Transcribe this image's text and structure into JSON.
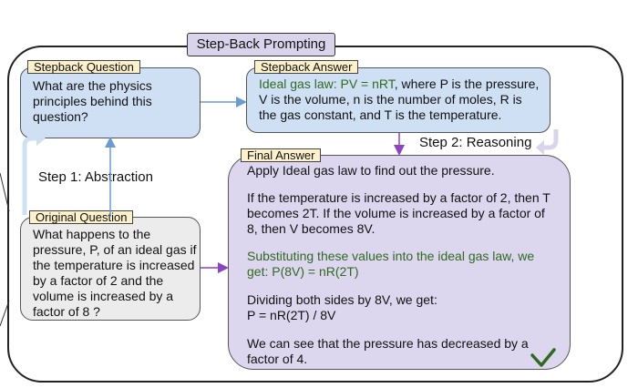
{
  "title": "Step-Back Prompting",
  "stepback_question": {
    "label": "Stepback Question",
    "text": "What are the physics principles behind this question?"
  },
  "stepback_answer": {
    "label": "Stepback Answer",
    "highlight": "Ideal gas law: PV = nRT",
    "text": ", where P is the pressure, V is the volume, n is the number of moles, R is the gas constant, and T is the temperature."
  },
  "original_question": {
    "label": "Original Question",
    "text": "What happens to the pressure, P, of an ideal gas if the temperature is increased by a factor of 2 and the volume is increased by a factor of 8 ?"
  },
  "final_answer": {
    "label": "Final Answer",
    "p1": "Apply Ideal gas law to find out the pressure.",
    "p2": "If the temperature is increased by a factor of 2, then T becomes 2T. If the volume is increased by a factor of 8, then V becomes 8V.",
    "p3": "Substituting these values into the ideal gas law, we get: P(8V) = nR(2T)",
    "p4a": "Dividing both sides by 8V, we get:",
    "p4b": "P = nR(2T) / 8V",
    "p5": "We can see that the pressure has decreased by a factor of 4."
  },
  "steps": {
    "step1": "Step 1: Abstraction",
    "step2": "Step 2: Reasoning"
  },
  "colors": {
    "arrow": "#6b9bd0",
    "arrow_purple": "#8b44c4",
    "check": "#2f6a1f"
  }
}
